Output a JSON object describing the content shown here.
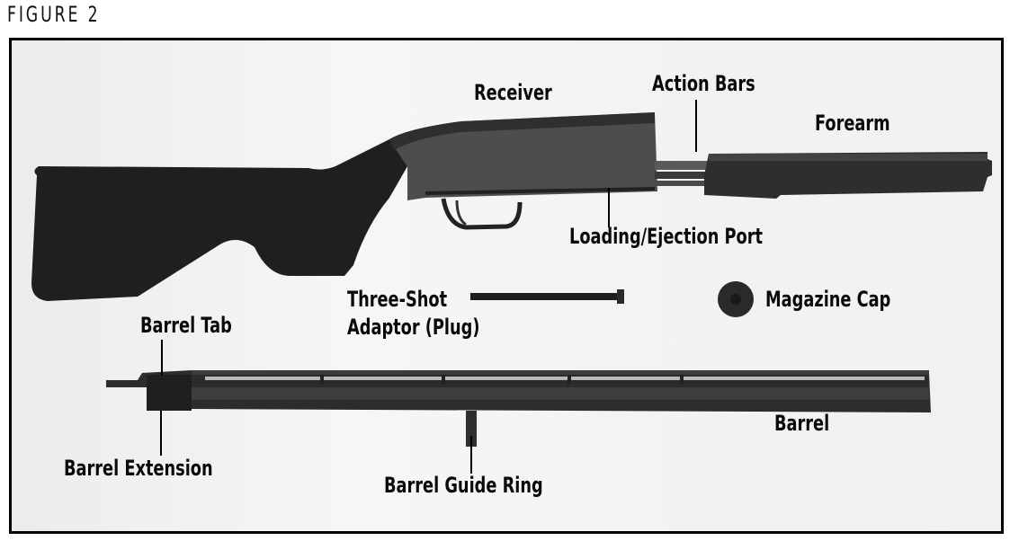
{
  "figure": {
    "caption": "FIGURE 2"
  },
  "labels": {
    "receiver": "Receiver",
    "action_bars": "Action Bars",
    "forearm": "Forearm",
    "loading_ejection_port": "Loading/Ejection Port",
    "three_shot_line1": "Three-Shot",
    "three_shot_line2": "Adaptor (Plug)",
    "magazine_cap": "Magazine Cap",
    "barrel_tab": "Barrel Tab",
    "barrel": "Barrel",
    "barrel_extension": "Barrel Extension",
    "barrel_guide_ring": "Barrel Guide Ring"
  },
  "colors": {
    "frame_border": "#000000",
    "background": "#f2f2f2",
    "stock": "#1e1e1e",
    "receiver": "#4a4a4a",
    "barrel": "#2a2a2a"
  }
}
